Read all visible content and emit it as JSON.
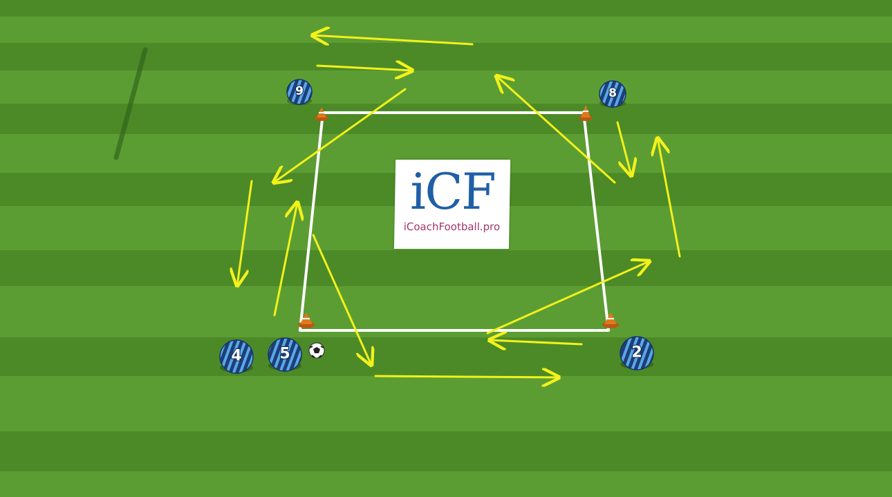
{
  "logo": {
    "mark": "iCF",
    "text": "iCoachFootball.pro"
  },
  "players": [
    {
      "id": "9",
      "label": "9"
    },
    {
      "id": "8",
      "label": "8"
    },
    {
      "id": "4",
      "label": "4"
    },
    {
      "id": "5",
      "label": "5"
    },
    {
      "id": "2",
      "label": "2"
    }
  ],
  "colors": {
    "pitch_light": "#66a83a",
    "pitch_dark": "#4f8f2a",
    "boundary": "#ffffff",
    "arrow": "#f2f21a",
    "player_stripe_dark": "#1c3f7a",
    "player_stripe_light": "#5aa7e6",
    "cone": "#e0781e"
  }
}
